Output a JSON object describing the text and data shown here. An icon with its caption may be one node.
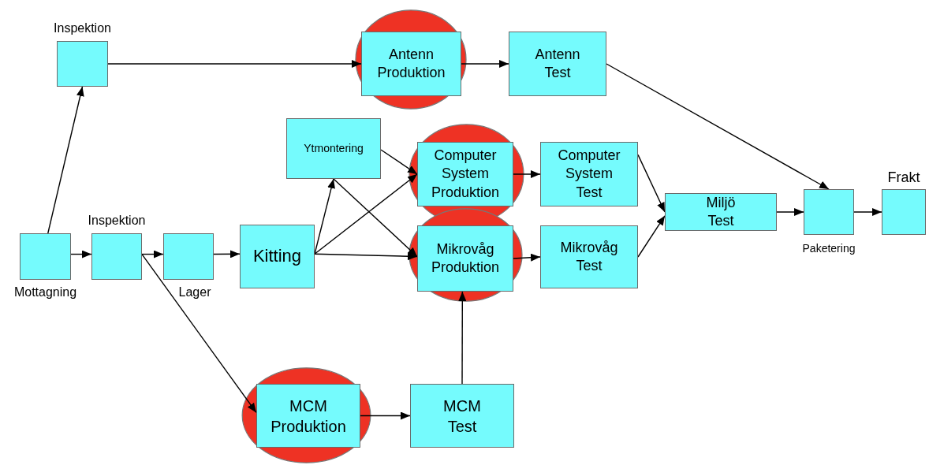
{
  "diagram": {
    "nodes": [
      {
        "text": [
          "Inspektion"
        ]
      },
      {
        "text": [],
        "shape": "circle"
      },
      {
        "text": [
          "Antenn Produktion"
        ],
        "in": 1
      },
      {
        "text": [
          "Antenn Test"
        ]
      },
      {
        "text": [
          "Ytmontering"
        ]
      },
      {
        "text": [],
        "shape": "circle"
      },
      {
        "text": [
          "Computer System Produktion"
        ],
        "in": 5
      },
      {
        "text": [
          "Computer System Test"
        ]
      },
      {
        "text": [
          "Miljö Test"
        ]
      },
      {
        "text": [
          "Paketering"
        ]
      },
      {
        "text": [
          "Frakt"
        ]
      },
      {
        "text": [
          "Mottagning"
        ]
      },
      {
        "text": [
          "Inspektion"
        ]
      },
      {
        "text": [
          "Lager"
        ]
      },
      {
        "text": [
          "Kitting"
        ]
      },
      {
        "text": [],
        "shape": "circle"
      },
      {
        "text": [
          "Mikrovåg Produktion"
        ],
        "in": 15
      },
      {
        "text": [
          "Mikrovåg Test"
        ]
      },
      {
        "text": [],
        "shape": "circle"
      },
      {
        "text": [
          "MCM Produktion"
        ],
        "in": 18
      },
      {
        "text": [
          "MCM Test"
        ]
      }
    ],
    "edges": [
      {
        "from": 11,
        "to": 0,
        "arrow": "to"
      },
      {
        "from": 0,
        "to": 2,
        "arrow": "to"
      },
      {
        "from": 2,
        "to": 3,
        "arrow": "to"
      },
      {
        "from": 3,
        "to": 9,
        "arrow": "to"
      },
      {
        "from": 11,
        "to": 12,
        "arrow": "to"
      },
      {
        "from": 12,
        "to": 13,
        "arrow": "to"
      },
      {
        "from": 13,
        "to": 14,
        "arrow": "to"
      },
      {
        "from": 12,
        "to": 19,
        "arrow": "to"
      },
      {
        "from": 14,
        "to": 4,
        "arrow": "to"
      },
      {
        "from": 14,
        "to": 6,
        "arrow": "to"
      },
      {
        "from": 14,
        "to": 16,
        "arrow": "to"
      },
      {
        "from": 4,
        "to": 6,
        "arrow": "to"
      },
      {
        "from": 4,
        "to": 16,
        "arrow": "to"
      },
      {
        "from": 6,
        "to": 7,
        "arrow": "to"
      },
      {
        "from": 16,
        "to": 17,
        "arrow": "to"
      },
      {
        "from": 7,
        "to": 8,
        "arrow": "to"
      },
      {
        "from": 17,
        "to": 8,
        "arrow": "to"
      },
      {
        "from": 8,
        "to": 9,
        "arrow": "to"
      },
      {
        "from": 9,
        "to": 10,
        "arrow": "to"
      },
      {
        "from": 19,
        "to": 20,
        "arrow": "to"
      },
      {
        "from": 20,
        "to": 16,
        "arrow": "to"
      }
    ]
  }
}
